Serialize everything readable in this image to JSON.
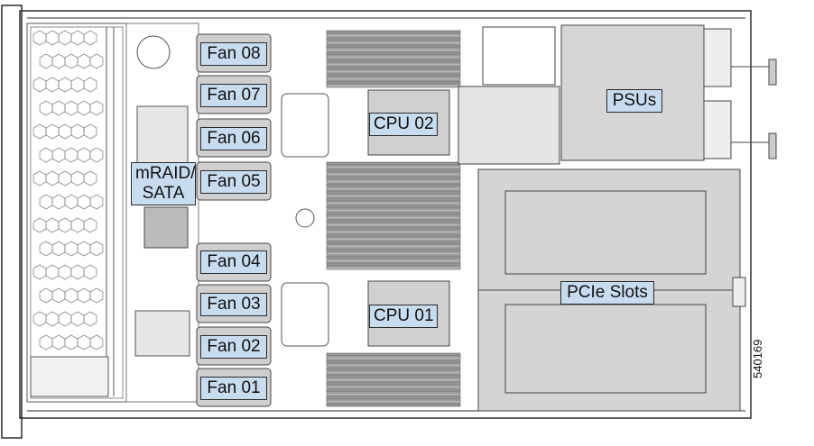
{
  "callouts": {
    "fan08": "Fan 08",
    "fan07": "Fan 07",
    "fan06": "Fan 06",
    "fan05": "Fan 05",
    "fan04": "Fan 04",
    "fan03": "Fan 03",
    "fan02": "Fan 02",
    "fan01": "Fan 01",
    "cpu02": "CPU 02",
    "cpu01": "CPU 01",
    "psus": "PSUs",
    "pcie": "PCIe Slots",
    "mraid_line1": "mRAID/",
    "mraid_line2": "SATA"
  },
  "figure_number": "540169",
  "colors": {
    "callout_fill": "#c8dcef",
    "line": "#2a2a2a",
    "panel": "#cfcfcf",
    "psu_fill": "#d6d6d6"
  }
}
